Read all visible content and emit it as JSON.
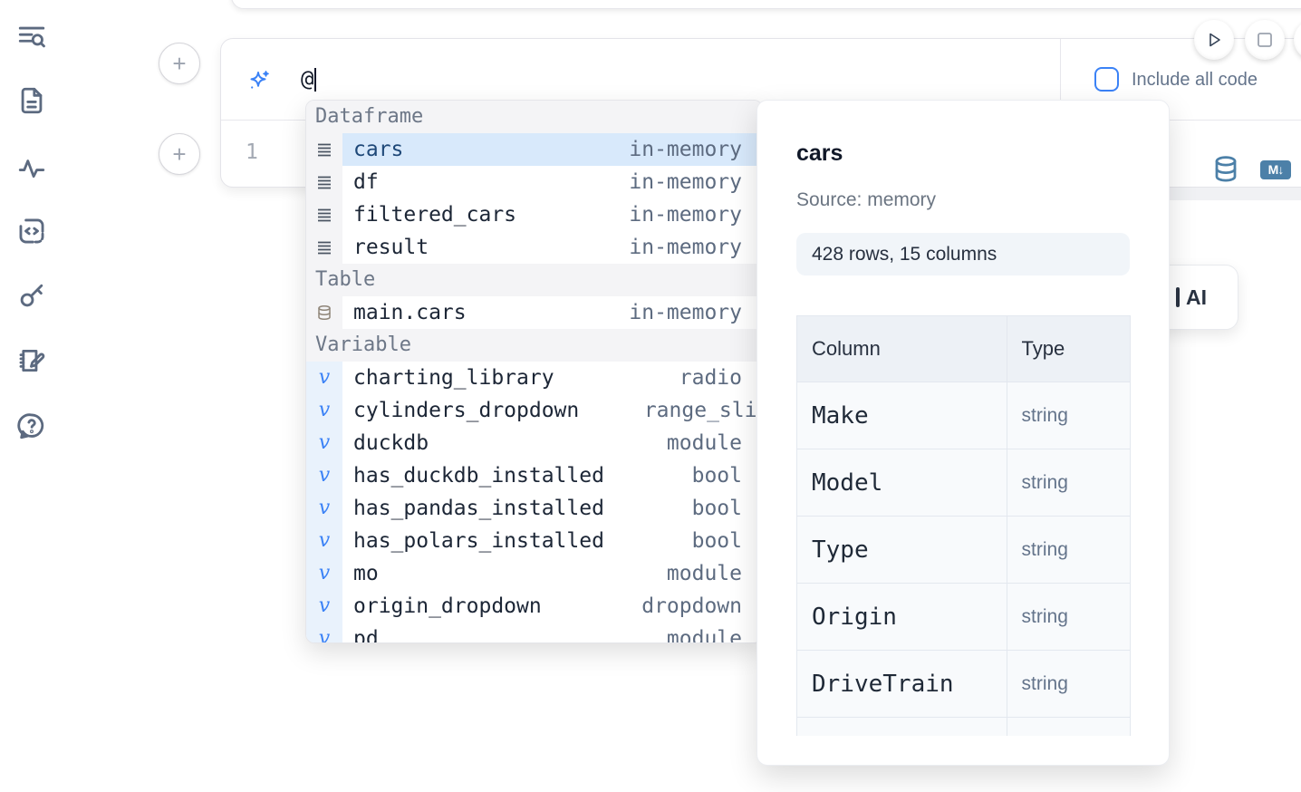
{
  "colors": {
    "accent_blue": "#3b82f6",
    "steel_blue": "#4c80a8",
    "selected_row_bg": "#d8e9fb",
    "icon_slate": "#5c6a80"
  },
  "sidebar": {
    "icons": [
      "toc-search-icon",
      "document-icon",
      "activity-icon",
      "code-snippet-icon",
      "key-icon",
      "scratchpad-icon",
      "help-chat-icon"
    ]
  },
  "cell": {
    "prompt_value": "@",
    "include_all_code_label": "Include all code",
    "include_all_code_checked": false,
    "line_number": "1",
    "markdown_badge": "M↓"
  },
  "ai_button": {
    "visible_label": "AI"
  },
  "autocomplete": {
    "sections": [
      {
        "label": "Dataframe",
        "icon": "dataframe-lines-icon",
        "items": [
          {
            "name": "cars",
            "type": "in-memory",
            "selected": true
          },
          {
            "name": "df",
            "type": "in-memory",
            "selected": false
          },
          {
            "name": "filtered_cars",
            "type": "in-memory",
            "selected": false
          },
          {
            "name": "result",
            "type": "in-memory",
            "selected": false
          }
        ]
      },
      {
        "label": "Table",
        "icon": "database-icon",
        "items": [
          {
            "name": "main.cars",
            "type": "in-memory",
            "selected": false
          }
        ]
      },
      {
        "label": "Variable",
        "icon_glyph": "v",
        "items": [
          {
            "name": "charting_library",
            "type": "radio"
          },
          {
            "name": "cylinders_dropdown",
            "type": "range_slider"
          },
          {
            "name": "duckdb",
            "type": "module"
          },
          {
            "name": "has_duckdb_installed",
            "type": "bool"
          },
          {
            "name": "has_pandas_installed",
            "type": "bool"
          },
          {
            "name": "has_polars_installed",
            "type": "bool"
          },
          {
            "name": "mo",
            "type": "module"
          },
          {
            "name": "origin_dropdown",
            "type": "dropdown"
          },
          {
            "name": "pd",
            "type": "module",
            "partial": true
          }
        ]
      }
    ]
  },
  "preview": {
    "title": "cars",
    "source_label": "Source: memory",
    "stats": "428 rows, 15 columns",
    "table": {
      "headers": [
        "Column",
        "Type"
      ],
      "rows": [
        [
          "Make",
          "string"
        ],
        [
          "Model",
          "string"
        ],
        [
          "Type",
          "string"
        ],
        [
          "Origin",
          "string"
        ],
        [
          "DriveTrain",
          "string"
        ],
        [
          "",
          ""
        ]
      ]
    }
  }
}
